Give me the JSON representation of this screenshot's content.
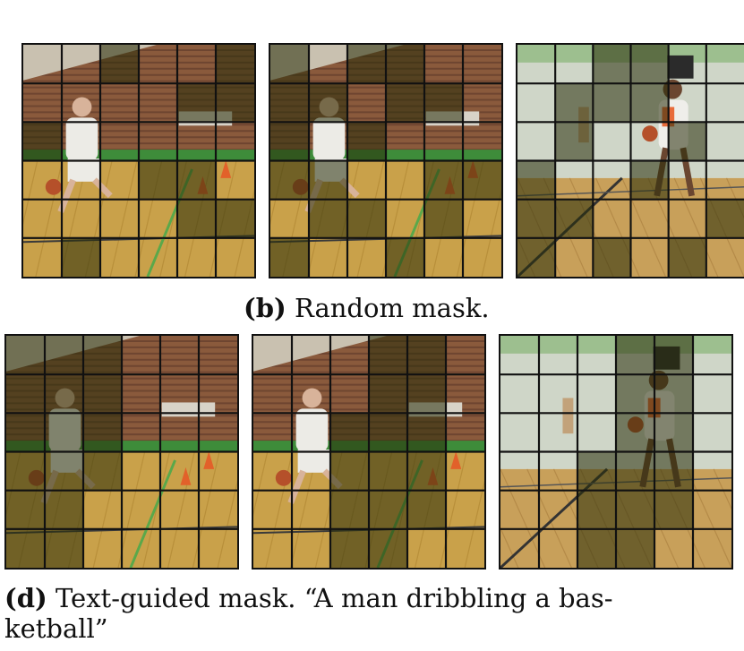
{
  "figure": {
    "caption_b": {
      "label": "(b)",
      "text": "Random mask."
    },
    "caption_d": {
      "label": "(d)",
      "line1": "Text-guided mask. “A man dribbling a bas-",
      "line2": "ketball”"
    }
  },
  "grid": {
    "cols": 6,
    "rows": 6
  },
  "panels": [
    {
      "id": "b1",
      "scene": "side",
      "masked": [
        [
          0,
          2
        ],
        [
          0,
          5
        ],
        [
          1,
          4
        ],
        [
          1,
          5
        ],
        [
          2,
          0
        ],
        [
          3,
          3
        ],
        [
          3,
          4
        ],
        [
          4,
          4
        ],
        [
          4,
          5
        ],
        [
          5,
          1
        ]
      ]
    },
    {
      "id": "b2",
      "scene": "side",
      "masked": [
        [
          0,
          0
        ],
        [
          0,
          2
        ],
        [
          0,
          3
        ],
        [
          1,
          0
        ],
        [
          1,
          1
        ],
        [
          1,
          3
        ],
        [
          1,
          4
        ],
        [
          2,
          0
        ],
        [
          2,
          2
        ],
        [
          3,
          0
        ],
        [
          3,
          1
        ],
        [
          3,
          4
        ],
        [
          3,
          5
        ],
        [
          4,
          1
        ],
        [
          4,
          2
        ],
        [
          4,
          4
        ],
        [
          5,
          0
        ],
        [
          5,
          3
        ]
      ]
    },
    {
      "id": "b3",
      "scene": "front",
      "masked": [
        [
          0,
          2
        ],
        [
          0,
          3
        ],
        [
          1,
          1
        ],
        [
          1,
          2
        ],
        [
          1,
          3
        ],
        [
          2,
          1
        ],
        [
          2,
          4
        ],
        [
          3,
          0
        ],
        [
          3,
          3
        ],
        [
          4,
          0
        ],
        [
          4,
          1
        ],
        [
          4,
          5
        ],
        [
          5,
          0
        ],
        [
          5,
          2
        ],
        [
          5,
          4
        ]
      ]
    },
    {
      "id": "d1",
      "scene": "side",
      "masked": [
        [
          0,
          0
        ],
        [
          0,
          1
        ],
        [
          0,
          2
        ],
        [
          1,
          0
        ],
        [
          1,
          1
        ],
        [
          1,
          2
        ],
        [
          2,
          0
        ],
        [
          2,
          1
        ],
        [
          2,
          2
        ],
        [
          3,
          0
        ],
        [
          3,
          1
        ],
        [
          3,
          2
        ],
        [
          4,
          0
        ],
        [
          4,
          1
        ],
        [
          5,
          0
        ],
        [
          5,
          1
        ]
      ]
    },
    {
      "id": "d2",
      "scene": "side",
      "masked": [
        [
          0,
          3
        ],
        [
          0,
          4
        ],
        [
          1,
          3
        ],
        [
          1,
          4
        ],
        [
          2,
          2
        ],
        [
          2,
          3
        ],
        [
          2,
          4
        ],
        [
          3,
          2
        ],
        [
          3,
          3
        ],
        [
          3,
          4
        ],
        [
          4,
          2
        ],
        [
          4,
          3
        ],
        [
          4,
          4
        ],
        [
          5,
          2
        ],
        [
          5,
          3
        ]
      ]
    },
    {
      "id": "d3",
      "scene": "front",
      "masked": [
        [
          0,
          3
        ],
        [
          0,
          4
        ],
        [
          1,
          3
        ],
        [
          1,
          4
        ],
        [
          2,
          3
        ],
        [
          2,
          4
        ],
        [
          3,
          2
        ],
        [
          3,
          3
        ],
        [
          3,
          4
        ],
        [
          4,
          2
        ],
        [
          4,
          3
        ],
        [
          4,
          4
        ],
        [
          5,
          2
        ],
        [
          5,
          3
        ]
      ]
    }
  ]
}
